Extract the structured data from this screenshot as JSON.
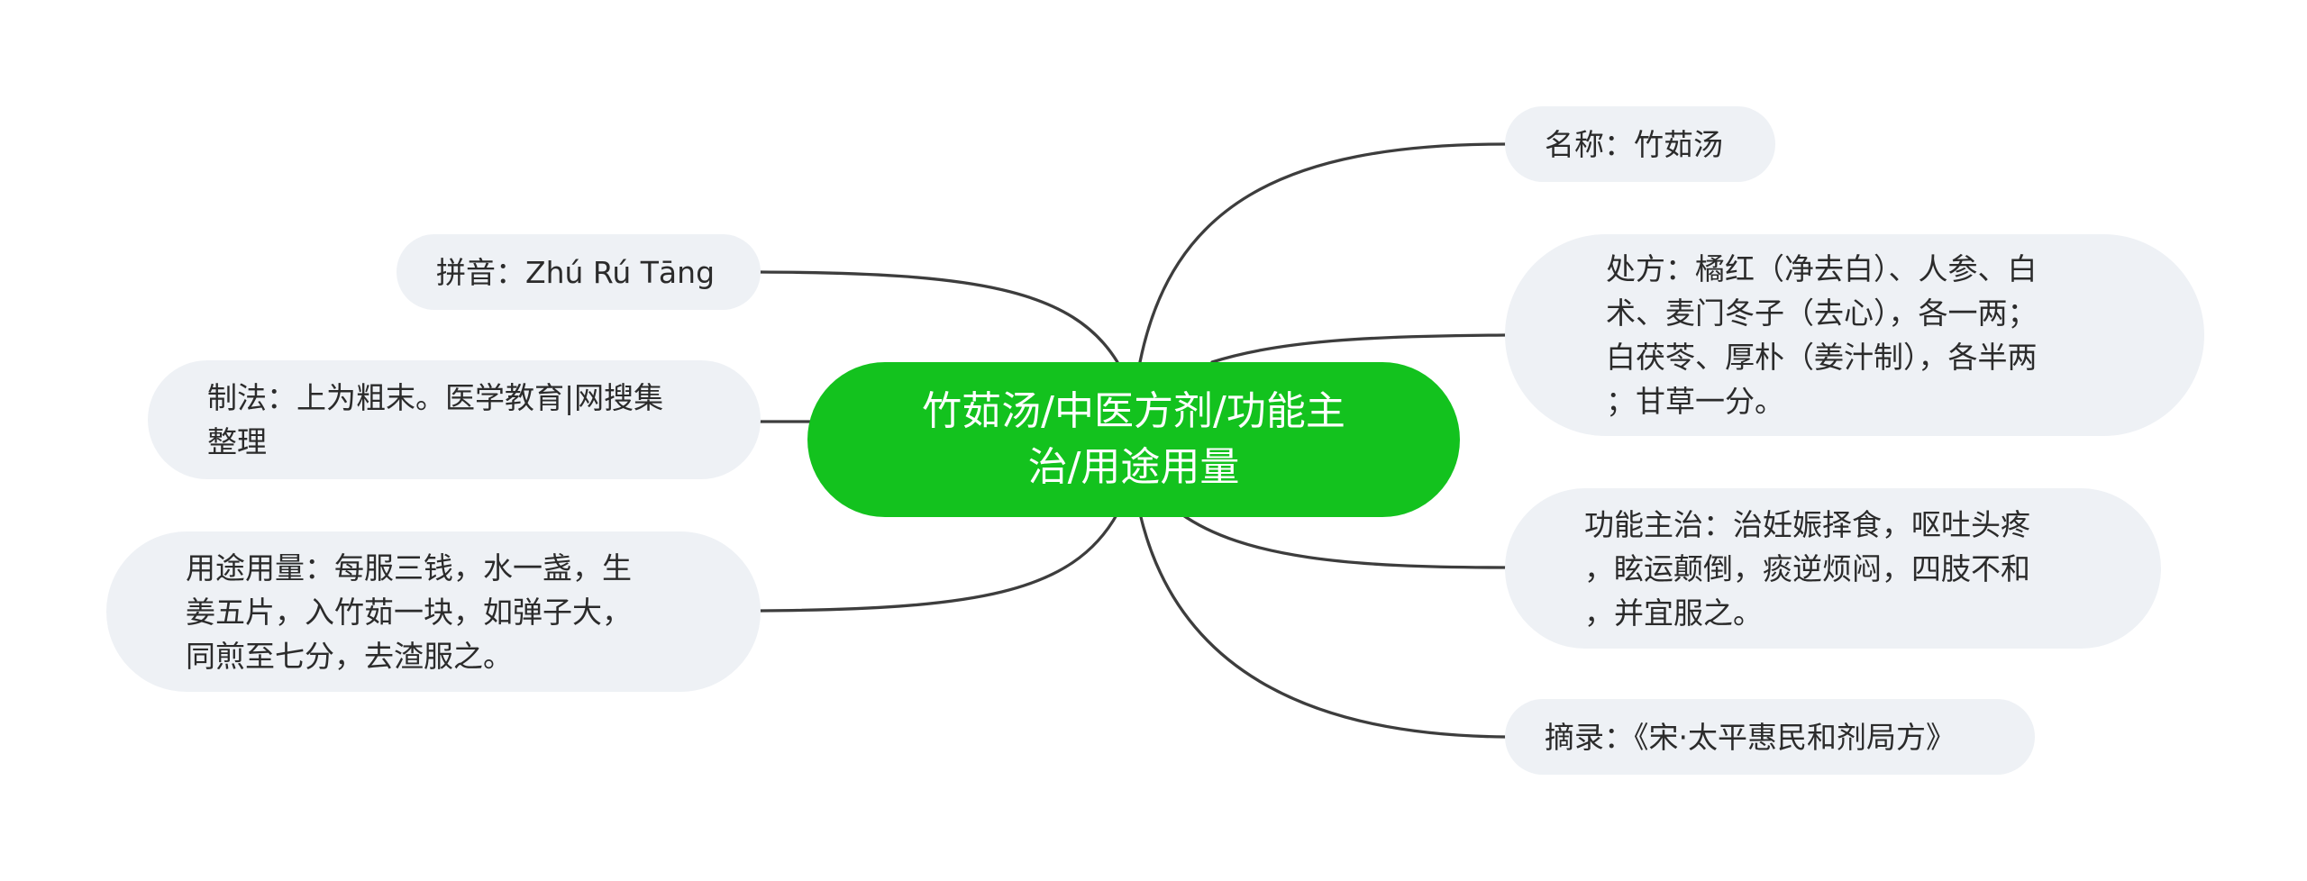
{
  "mindmap": {
    "root": {
      "label": "竹茹汤/中医方剂/功能主\n治/用途用量",
      "color": "#13c21e"
    },
    "branches": {
      "pinyin": "拼音：Zhú Rú Tāng",
      "zhifa": "制法：上为粗末。医学教育|网搜集\n整理",
      "yongtu": "用途用量：每服三钱，水一盏，生\n姜五片，入竹茹一块，如弹子大，\n同煎至七分，去渣服之。",
      "mingcheng": "名称：竹茹汤",
      "chufang": "处方：橘红（净去白）、人参、白\n术、麦门冬子（去心），各一两；\n白茯苓、厚朴（姜汁制），各半两\n；甘草一分。",
      "gongneng": "功能主治：治妊娠择食，呕吐头疼\n，眩运颠倒，痰逆烦闷，四肢不和\n，并宜服之。",
      "zhailu": "摘录：《宋·太平惠民和剂局方》"
    },
    "colors": {
      "node_bg": "#eef1f5",
      "line": "#3d3d3d",
      "text": "#2b2b2b"
    }
  }
}
